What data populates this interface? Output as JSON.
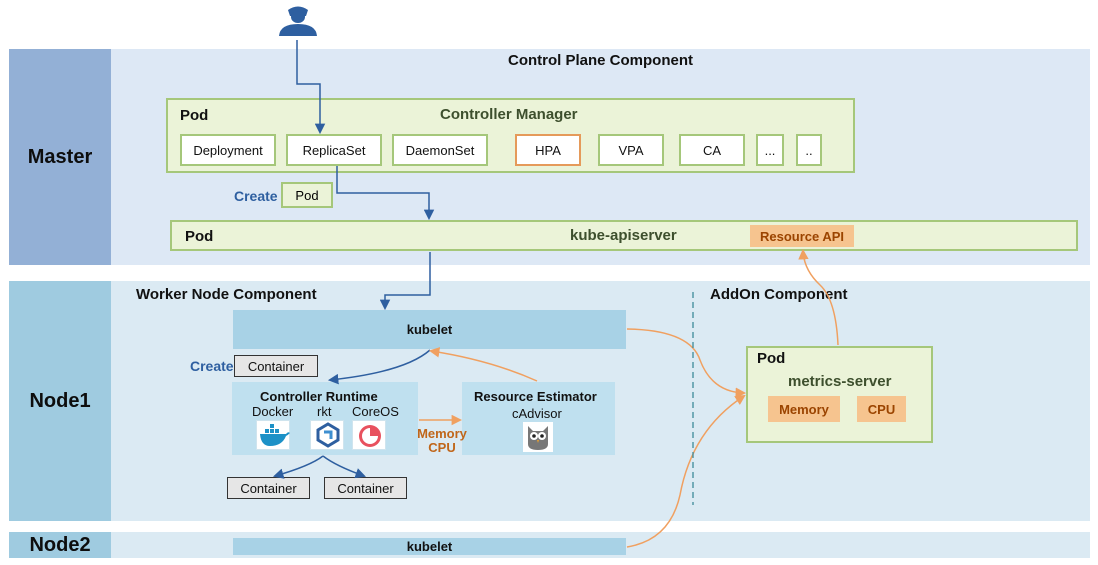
{
  "bands": {
    "master": "Master",
    "node1": "Node1",
    "node2": "Node2"
  },
  "control_plane": {
    "title": "Control Plane Component",
    "controller_pod": {
      "tag": "Pod",
      "title": "Controller Manager",
      "controllers": [
        "Deployment",
        "ReplicaSet",
        "DaemonSet",
        "HPA",
        "VPA",
        "CA",
        "...",
        ".."
      ]
    },
    "create_label": "Create",
    "created_pod": "Pod",
    "apiserver_pod": {
      "tag": "Pod",
      "title": "kube-apiserver",
      "resource_api": "Resource API"
    }
  },
  "worker": {
    "title": "Worker Node Component",
    "kubelet": "kubelet",
    "create_label": "Create",
    "created_container": "Container",
    "runtime": {
      "title": "Controller Runtime",
      "engines": [
        "Docker",
        "rkt",
        "CoreOS"
      ]
    },
    "estimator": {
      "title": "Resource Estimator",
      "subtitle": "cAdvisor"
    },
    "metrics_label": [
      "Memory",
      "CPU"
    ],
    "containers": [
      "Container",
      "Container"
    ]
  },
  "addon": {
    "title": "AddOn Component",
    "pod_tag": "Pod",
    "metrics_server": "metrics-server",
    "memory": "Memory",
    "cpu": "CPU"
  },
  "node2": {
    "kubelet": "kubelet"
  },
  "icons": {
    "user": "user-icon",
    "docker": "docker-whale-icon",
    "rkt": "rkt-icon",
    "coreos": "coreos-icon",
    "cadvisor": "owl-icon"
  },
  "colors": {
    "blue_arrow": "#2e5fa0",
    "orange_arrow": "#f0a060",
    "pod_green": "#a5c77a",
    "resource_orange": "#f6c48f"
  }
}
